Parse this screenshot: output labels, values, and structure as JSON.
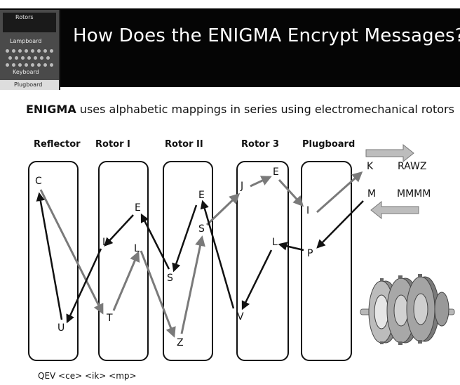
{
  "header": {
    "title": "How Does the ENIGMA Encrypt Messages?",
    "thumbnail_labels": {
      "rotors": "Rotors",
      "lampboard": "Lampboard",
      "keyboard": "Keyboard",
      "plugboard": "Plugboard"
    }
  },
  "subtitle": {
    "bold": "ENIGMA",
    "rest": " uses alphabetic mappings in series using electromechanical rotors"
  },
  "columns": [
    "Reflector",
    "Rotor I",
    "Rotor II",
    "Rotor 3",
    "Plugboard"
  ],
  "letters": {
    "reflector": [
      "C",
      "U"
    ],
    "rotor1": [
      "E",
      "L",
      "L",
      "T"
    ],
    "rotor2": [
      "E",
      "S",
      "S",
      "Z"
    ],
    "rotor3": [
      "J",
      "E",
      "L",
      "V"
    ],
    "plugboard": [
      "I",
      "P"
    ]
  },
  "side": {
    "out_letter": "K",
    "out_word": "RAWZ",
    "in_letter": "M",
    "in_word": "MMMM"
  },
  "footer": "QEV  <ce> <ik> <mp>",
  "colors": {
    "forward_path": "#7a7a7a",
    "return_path": "#111111",
    "header_bg": "#050505",
    "title": "#ffffff"
  }
}
